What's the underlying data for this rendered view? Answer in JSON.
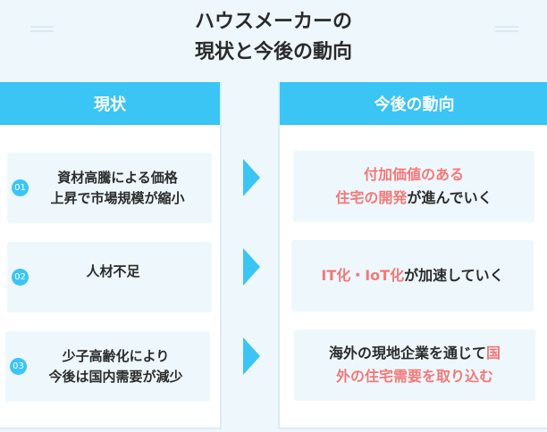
{
  "title": {
    "line1": "ハウスメーカーの",
    "line2": "現状と今後の動向"
  },
  "left": {
    "header": "現状",
    "items": [
      {
        "num": "01",
        "line1": "資材高騰による価格",
        "line2": "上昇で市場規模が縮小"
      },
      {
        "num": "02",
        "line1": "人材不足",
        "line2": ""
      },
      {
        "num": "03",
        "line1": "少子高齢化により",
        "line2": "今後は国内需要が減少"
      }
    ]
  },
  "right": {
    "header": "今後の動向",
    "items": [
      {
        "l1a": "付加価値のある",
        "l1b": "",
        "l2a": "住宅の開発",
        "l2b": "が進んでいく"
      },
      {
        "l1a": "IT化・IoT化",
        "l1b": "が加速していく"
      },
      {
        "l1a": "海外の現地企業を通じて",
        "l1b": "国",
        "l2a": "外の住宅需要を取り込む"
      }
    ]
  },
  "colors": {
    "accent": "#3ac5f5",
    "highlight": "#f47878"
  }
}
